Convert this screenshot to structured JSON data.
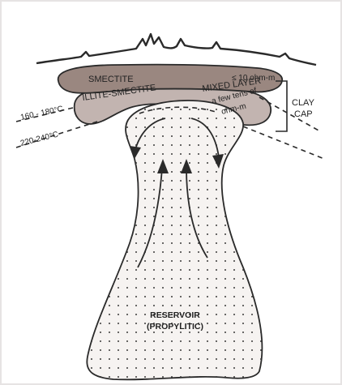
{
  "labels": {
    "smectite": "SMECTITE",
    "resistivity_low": "≤ 10 ohm-m",
    "illite_smectite": "ILLITE-SMECTITE",
    "mixed_layer": "MIXED LAYER",
    "resistivity_mid_1": "a few tens of",
    "resistivity_mid_2": "ohm-m",
    "clay_cap_1": "CLAY",
    "clay_cap_2": "CAP",
    "temp_upper": "160 - 180°C",
    "temp_lower": "220-240°C",
    "reservoir_1": "RESERVOIR",
    "reservoir_2": "(PROPYLITIC)"
  },
  "colors": {
    "background": "#ffffff",
    "frame": "#e6e3e3",
    "outline": "#2a2a2a",
    "smectite_fill": "#9a8780",
    "illite_fill": "#c2b4b0",
    "reservoir_fill": "#f6f3f1"
  }
}
